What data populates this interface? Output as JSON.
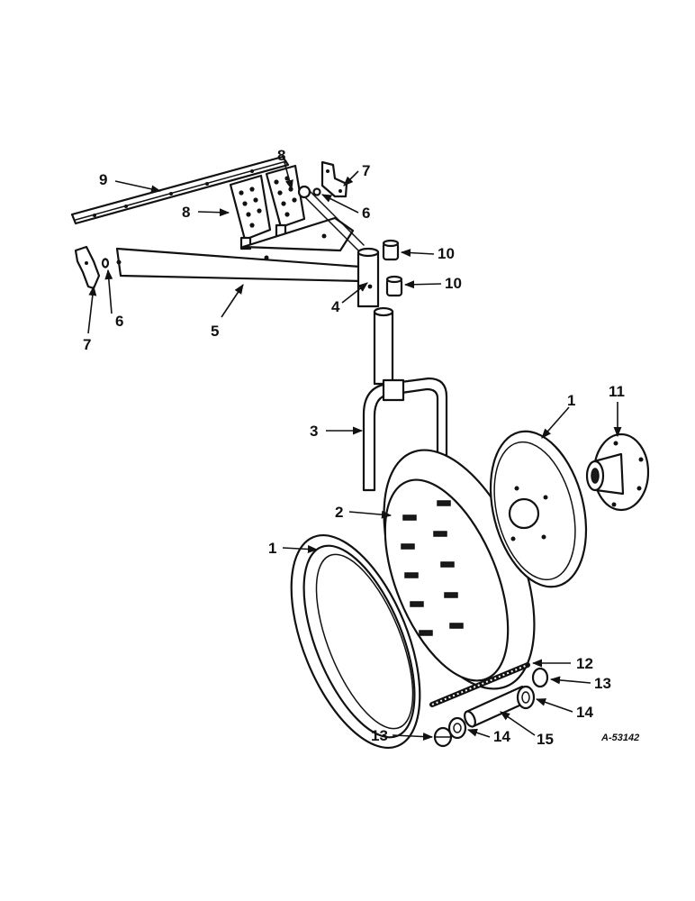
{
  "diagram": {
    "reference_code": "A-53142",
    "callouts": {
      "c1a": "1",
      "c1b": "1",
      "c2": "2",
      "c3": "3",
      "c4": "4",
      "c5": "5",
      "c6a": "6",
      "c6b": "6",
      "c7a": "7",
      "c7b": "7",
      "c8a": "8",
      "c8b": "8",
      "c9": "9",
      "c10a": "10",
      "c10b": "10",
      "c11": "11",
      "c12": "12",
      "c13a": "13",
      "c13b": "13",
      "c14a": "14",
      "c14b": "14",
      "c15": "15"
    },
    "colors": {
      "ink": "#111111",
      "paper": "#ffffff"
    }
  }
}
